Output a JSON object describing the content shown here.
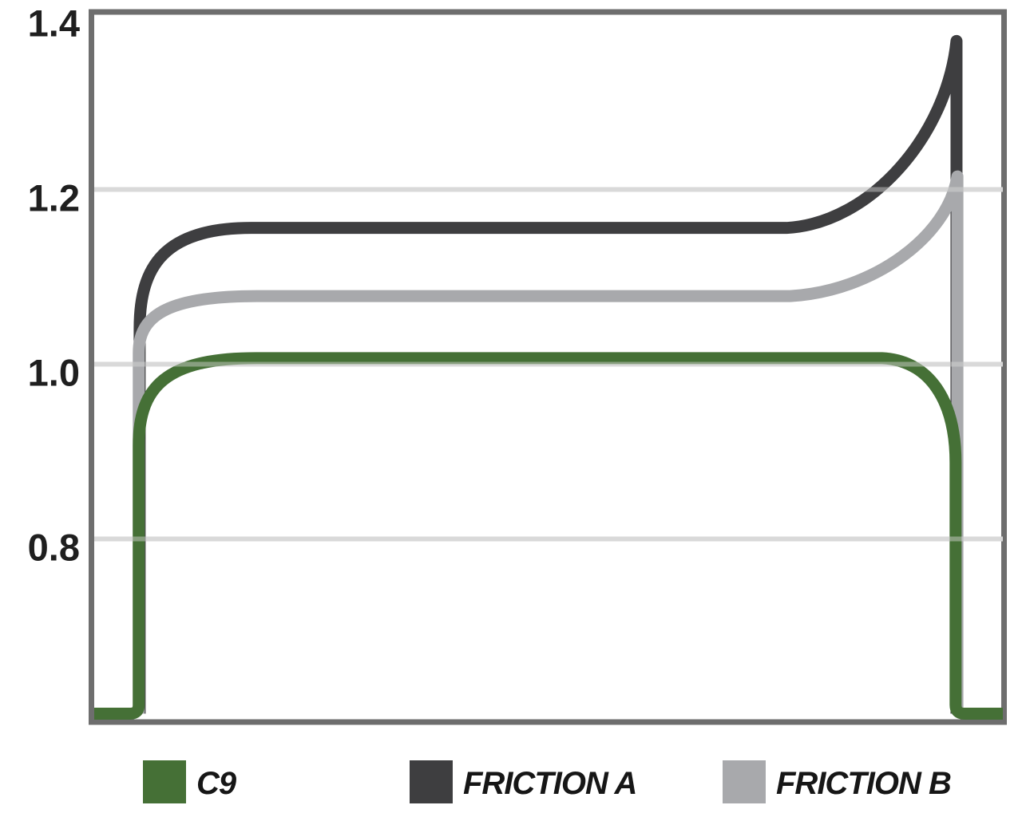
{
  "chart_data": {
    "type": "line",
    "title": "",
    "xlabel": "",
    "ylabel": "",
    "x_axis": {
      "label": "",
      "ticks": [],
      "range": [
        0,
        1
      ]
    },
    "y_axis": {
      "min": 0.6,
      "max": 1.4,
      "ticks": [
        {
          "label": "1.4",
          "value": 1.4,
          "gridline": false
        },
        {
          "label": "1.2",
          "value": 1.2,
          "gridline": true
        },
        {
          "label": "1.0",
          "value": 1.0,
          "gridline": true
        },
        {
          "label": "0.8",
          "value": 0.8,
          "gridline": true
        }
      ]
    },
    "grid": "horizontal-only",
    "legend_position": "bottom",
    "draw_order": [
      1,
      2,
      0
    ],
    "series": [
      {
        "name": "C9",
        "color": "#457036",
        "shape": "plateau-return",
        "baseline": 0.6,
        "plateau": 1.007,
        "rise_x": 0.049,
        "plateau_start_x": 0.178,
        "fall_start_x": 0.867,
        "fall_x": 0.948,
        "left_bend_drop": 0.1,
        "right_bend_drop": 0.12
      },
      {
        "name": "FRICTION A",
        "color": "#3e3e40",
        "shape": "spike",
        "baseline": 0.6,
        "plateau": 1.156,
        "peak": 1.37,
        "rise_x": 0.05,
        "plateau_start_x": 0.173,
        "upturn_x": 0.762,
        "fall_x": 0.949,
        "left_bend_drop": 0.115
      },
      {
        "name": "FRICTION B",
        "color": "#a8a9ac",
        "shape": "spike",
        "baseline": 0.6,
        "plateau": 1.078,
        "peak": 1.215,
        "rise_x": 0.049,
        "plateau_start_x": 0.179,
        "upturn_x": 0.766,
        "fall_x": 0.95,
        "left_bend_drop": 0.065
      }
    ],
    "colors": {
      "axis_border": "#6e6e6e",
      "gridline": "#d9d9d9",
      "tick_text": "#1f1f1f",
      "legend_text": "#161616",
      "background": "#ffffff"
    }
  }
}
